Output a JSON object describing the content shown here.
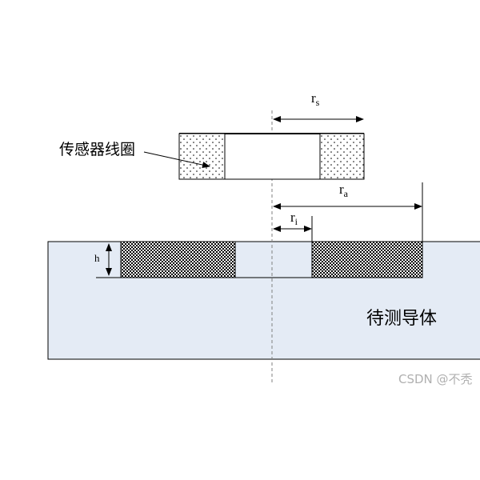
{
  "labels": {
    "sensor_coil": "传感器线圈",
    "conductor": "待测导体",
    "r_s_base": "r",
    "r_s_sub": "s",
    "r_a_base": "r",
    "r_a_sub": "a",
    "r_i_base": "r",
    "r_i_sub": "i",
    "h": "h"
  },
  "watermark": "CSDN @不秃",
  "colors": {
    "conductor_fill": "#e4ebf5",
    "line": "#000000",
    "axis": "#808080",
    "watermark": "#b0b0b0"
  },
  "icons": {
    "coil_cross_section": "dotted-pattern",
    "embedded_coil": "checker-pattern",
    "arrow": "arrowhead"
  }
}
